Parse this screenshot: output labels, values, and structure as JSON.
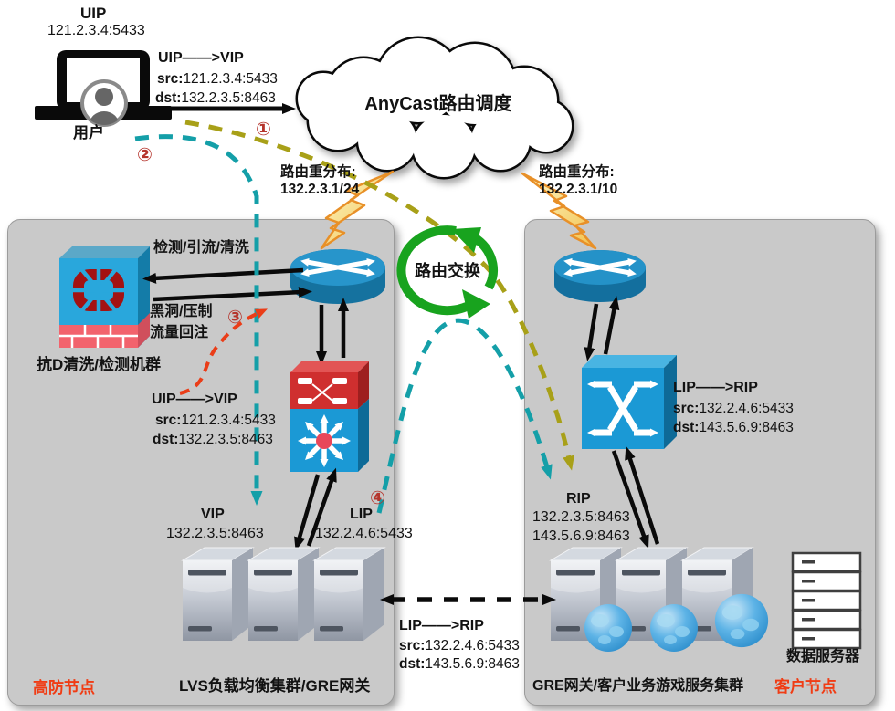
{
  "user": {
    "name": "UIP",
    "address": "121.2.3.4:5433",
    "label": "用户"
  },
  "cloud": {
    "label": "AnyCast路由调度"
  },
  "flows": {
    "uip_vip_top": {
      "title": "UIP——>VIP",
      "src_label": "src:",
      "src_value": "121.2.3.4:5433",
      "dst_label": "dst:",
      "dst_value": "132.2.3.5:8463"
    },
    "uip_vip_inner": {
      "title": "UIP——>VIP",
      "src_label": "src:",
      "src_value": "121.2.3.4:5433",
      "dst_label": "dst:",
      "dst_value": "132.2.3.5:8463"
    },
    "lip_rip_right": {
      "title": "LIP——>RIP",
      "src_label": "src:",
      "src_value": "132.2.4.6:5433",
      "dst_label": "dst:",
      "dst_value": "143.5.6.9:8463"
    },
    "lip_rip_bottom": {
      "title": "LIP——>RIP",
      "src_label": "src:",
      "src_value": "132.2.4.6:5433",
      "dst_label": "dst:",
      "dst_value": "143.5.6.9:8463"
    }
  },
  "redistribution": {
    "left": {
      "line1": "路由重分布:",
      "line2": "132.2.3.1/24"
    },
    "right": {
      "line1": "路由重分布:",
      "line2": "132.2.3.1/10"
    }
  },
  "steps": {
    "one": "①",
    "two": "②",
    "three": "③",
    "four": "④"
  },
  "exchange_label": "路由交换",
  "left_node": {
    "clean_cluster_label": "抗D清洗/检测机群",
    "detect_label": "检测/引流/清洗",
    "blackhole_label": "黑洞/压制",
    "reinject_label": "流量回注",
    "vip_name": "VIP",
    "vip_value": "132.2.3.5:8463",
    "lip_name": "LIP",
    "lip_value": "132.2.4.6:5433",
    "cluster_label": "LVS负载均衡集群/GRE网关",
    "node_label": "高防节点"
  },
  "right_node": {
    "rip_name": "RIP",
    "rip_value1": "132.2.3.5:8463",
    "rip_value2": "143.5.6.9:8463",
    "cluster_label": "GRE网关/客户业务游戏服务集群",
    "data_server_label": "数据服务器",
    "node_label": "客户节点"
  },
  "colors": {
    "teal_dash": "#149fa8",
    "olive_dash": "#a8a018",
    "red_dash": "#ea3d18",
    "green_exchange": "#18a31e",
    "node_gray": "#c9c9c9",
    "cisco_blue": "#1b99d5",
    "firewall_cyan": "#29a7dc",
    "switch_red": "#cf2f2f",
    "label_red": "#f03c14",
    "step_red": "#b5342c"
  }
}
